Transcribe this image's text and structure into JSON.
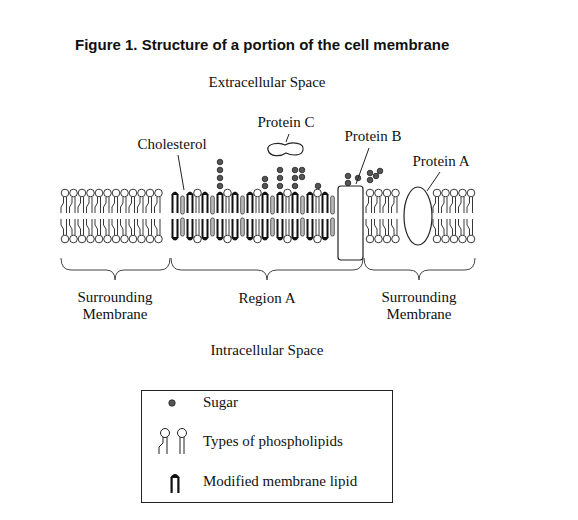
{
  "diagram": {
    "title": "Figure 1. Structure of a portion of the cell membrane",
    "labels": [
      "Extracellular Space",
      "Protein C",
      "Cholesterol",
      "Protein B",
      "Protein A",
      "Surrounding Membrane",
      "Region A",
      "Surrounding Membrane",
      "Intracellular Space"
    ],
    "legend": [
      {
        "text": "Sugar"
      },
      {
        "text": "Types of phospholipids"
      },
      {
        "text": "Modified membrane lipid"
      }
    ]
  }
}
